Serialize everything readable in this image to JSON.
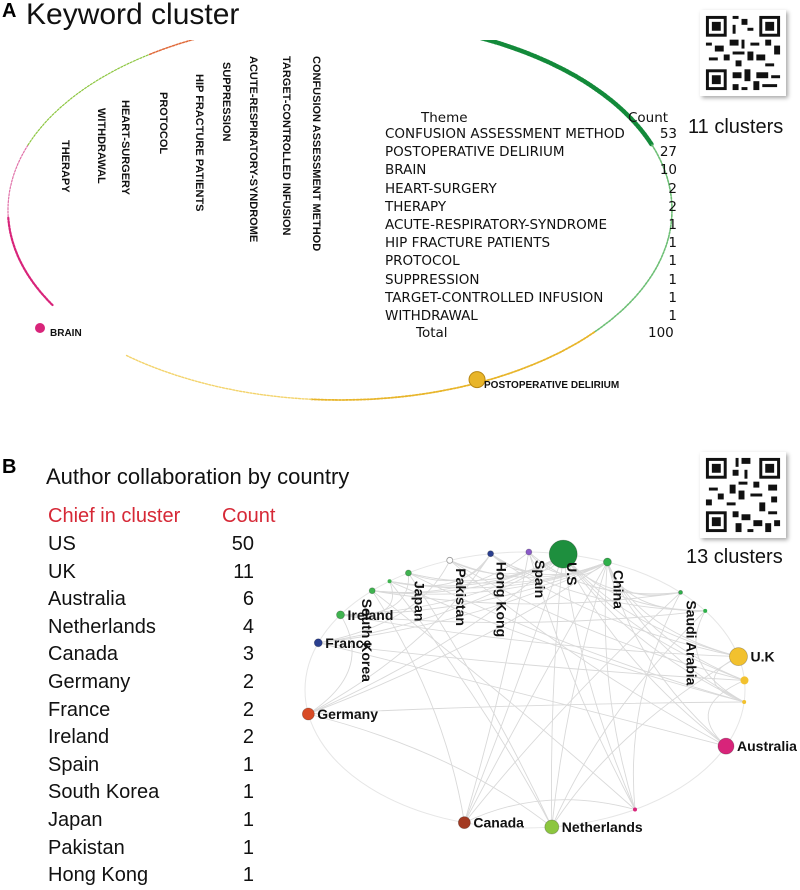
{
  "panel_a": {
    "letter": "A",
    "title": "Keyword cluster",
    "clusters_label": "11 clusters",
    "table_header_theme": "Theme",
    "table_header_count": "Count",
    "total_label": "Total",
    "total_value": "100"
  },
  "panel_b": {
    "letter": "B",
    "title": "Author collaboration by country",
    "clusters_label": "13 clusters",
    "table_header_chief": "Chief in cluster",
    "table_header_count": "Count"
  },
  "colors": {
    "green_dark": "#138a3a",
    "green_light": "#8cc63f",
    "gold": "#e8b52a",
    "magenta": "#d8247a",
    "red": "#d62836",
    "navy": "#2b3f8f",
    "brown": "#a8472c",
    "orange_red": "#d84b26",
    "purple": "#8a5ac8",
    "edge_gray": "#d9d9d9"
  },
  "chart_data": [
    {
      "type": "table",
      "title": "Keyword cluster",
      "columns": [
        "Theme",
        "Count"
      ],
      "rows": [
        [
          "CONFUSION ASSESSMENT METHOD",
          53
        ],
        [
          "POSTOPERATIVE DELIRIUM",
          27
        ],
        [
          "BRAIN",
          10
        ],
        [
          "HEART-SURGERY",
          2
        ],
        [
          "THERAPY",
          2
        ],
        [
          "ACUTE-RESPIRATORY-SYNDROME",
          1
        ],
        [
          "HIP FRACTURE PATIENTS",
          1
        ],
        [
          "PROTOCOL",
          1
        ],
        [
          "SUPPRESSION",
          1
        ],
        [
          "TARGET-CONTROLLED INFUSION",
          1
        ],
        [
          "WITHDRAWAL",
          1
        ]
      ],
      "total": [
        "Total",
        100
      ],
      "network_labels": [
        "CONFUSION ASSESSMENT METHOD",
        "TARGET-CONTROLLED INFUSION",
        "ACUTE-RESPIRATORY-SYNDROME",
        "SUPPRESSION",
        "HIP FRACTURE PATIENTS",
        "PROTOCOL",
        "HEART-SURGERY",
        "WITHDRAWAL",
        "THERAPY",
        "BRAIN",
        "POSTOPERATIVE DELIRIUM"
      ]
    },
    {
      "type": "table",
      "title": "Author collaboration by country",
      "columns": [
        "Chief in cluster",
        "Count"
      ],
      "rows": [
        [
          "US",
          50
        ],
        [
          "UK",
          11
        ],
        [
          "Australia",
          6
        ],
        [
          "Netherlands",
          4
        ],
        [
          "Canada",
          3
        ],
        [
          "Germany",
          2
        ],
        [
          "France",
          2
        ],
        [
          "Ireland",
          2
        ],
        [
          "Spain",
          1
        ],
        [
          "South Korea",
          1
        ],
        [
          "Japan",
          1
        ],
        [
          "Pakistan",
          1
        ],
        [
          "Hong Kong",
          1
        ]
      ],
      "network_nodes": [
        {
          "label": "U.S",
          "color": "#1e8f3e"
        },
        {
          "label": "China",
          "color": "#2fb04a"
        },
        {
          "label": "Saudi Arabia",
          "color": "#2fb04a"
        },
        {
          "label": "U.K",
          "color": "#f2c12e"
        },
        {
          "label": "Australia",
          "color": "#d8247a"
        },
        {
          "label": "Netherlands",
          "color": "#8cc63f"
        },
        {
          "label": "Canada",
          "color": "#a33a22"
        },
        {
          "label": "Germany",
          "color": "#d84b26"
        },
        {
          "label": "France",
          "color": "#2b3f8f"
        },
        {
          "label": "Ireland",
          "color": "#3fb34f"
        },
        {
          "label": "South Korea",
          "color": "#3fb34f"
        },
        {
          "label": "Japan",
          "color": "#3fb34f"
        },
        {
          "label": "Pakistan",
          "color": "#ffffff"
        },
        {
          "label": "Hong Kong",
          "color": "#2b3f8f"
        },
        {
          "label": "Spain",
          "color": "#8a5ac8"
        }
      ]
    }
  ]
}
